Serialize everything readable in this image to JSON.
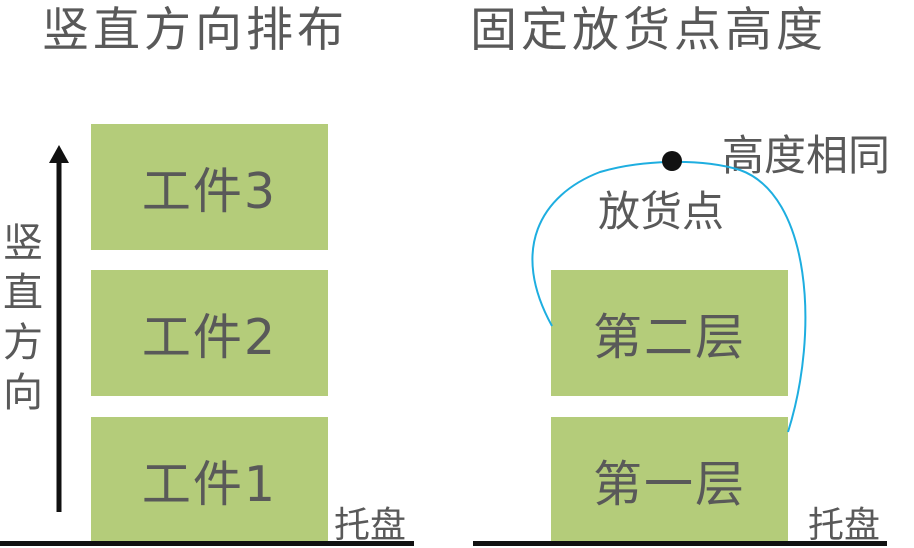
{
  "left_panel": {
    "title": "竖直方向排布",
    "vertical_label": [
      "竖",
      "直",
      "方",
      "向"
    ],
    "workpieces": [
      "工件3",
      "工件2",
      "工件1"
    ],
    "pallet_label": "托盘"
  },
  "right_panel": {
    "title": "固定放货点高度",
    "height_label": "高度相同",
    "drop_point_label": "放货点",
    "layers": [
      "第二层",
      "第一层"
    ],
    "pallet_label": "托盘"
  },
  "colors": {
    "box_fill": "#b4cc7a",
    "text": "#595959",
    "curve": "#1eaee0",
    "ground": "#111111"
  }
}
